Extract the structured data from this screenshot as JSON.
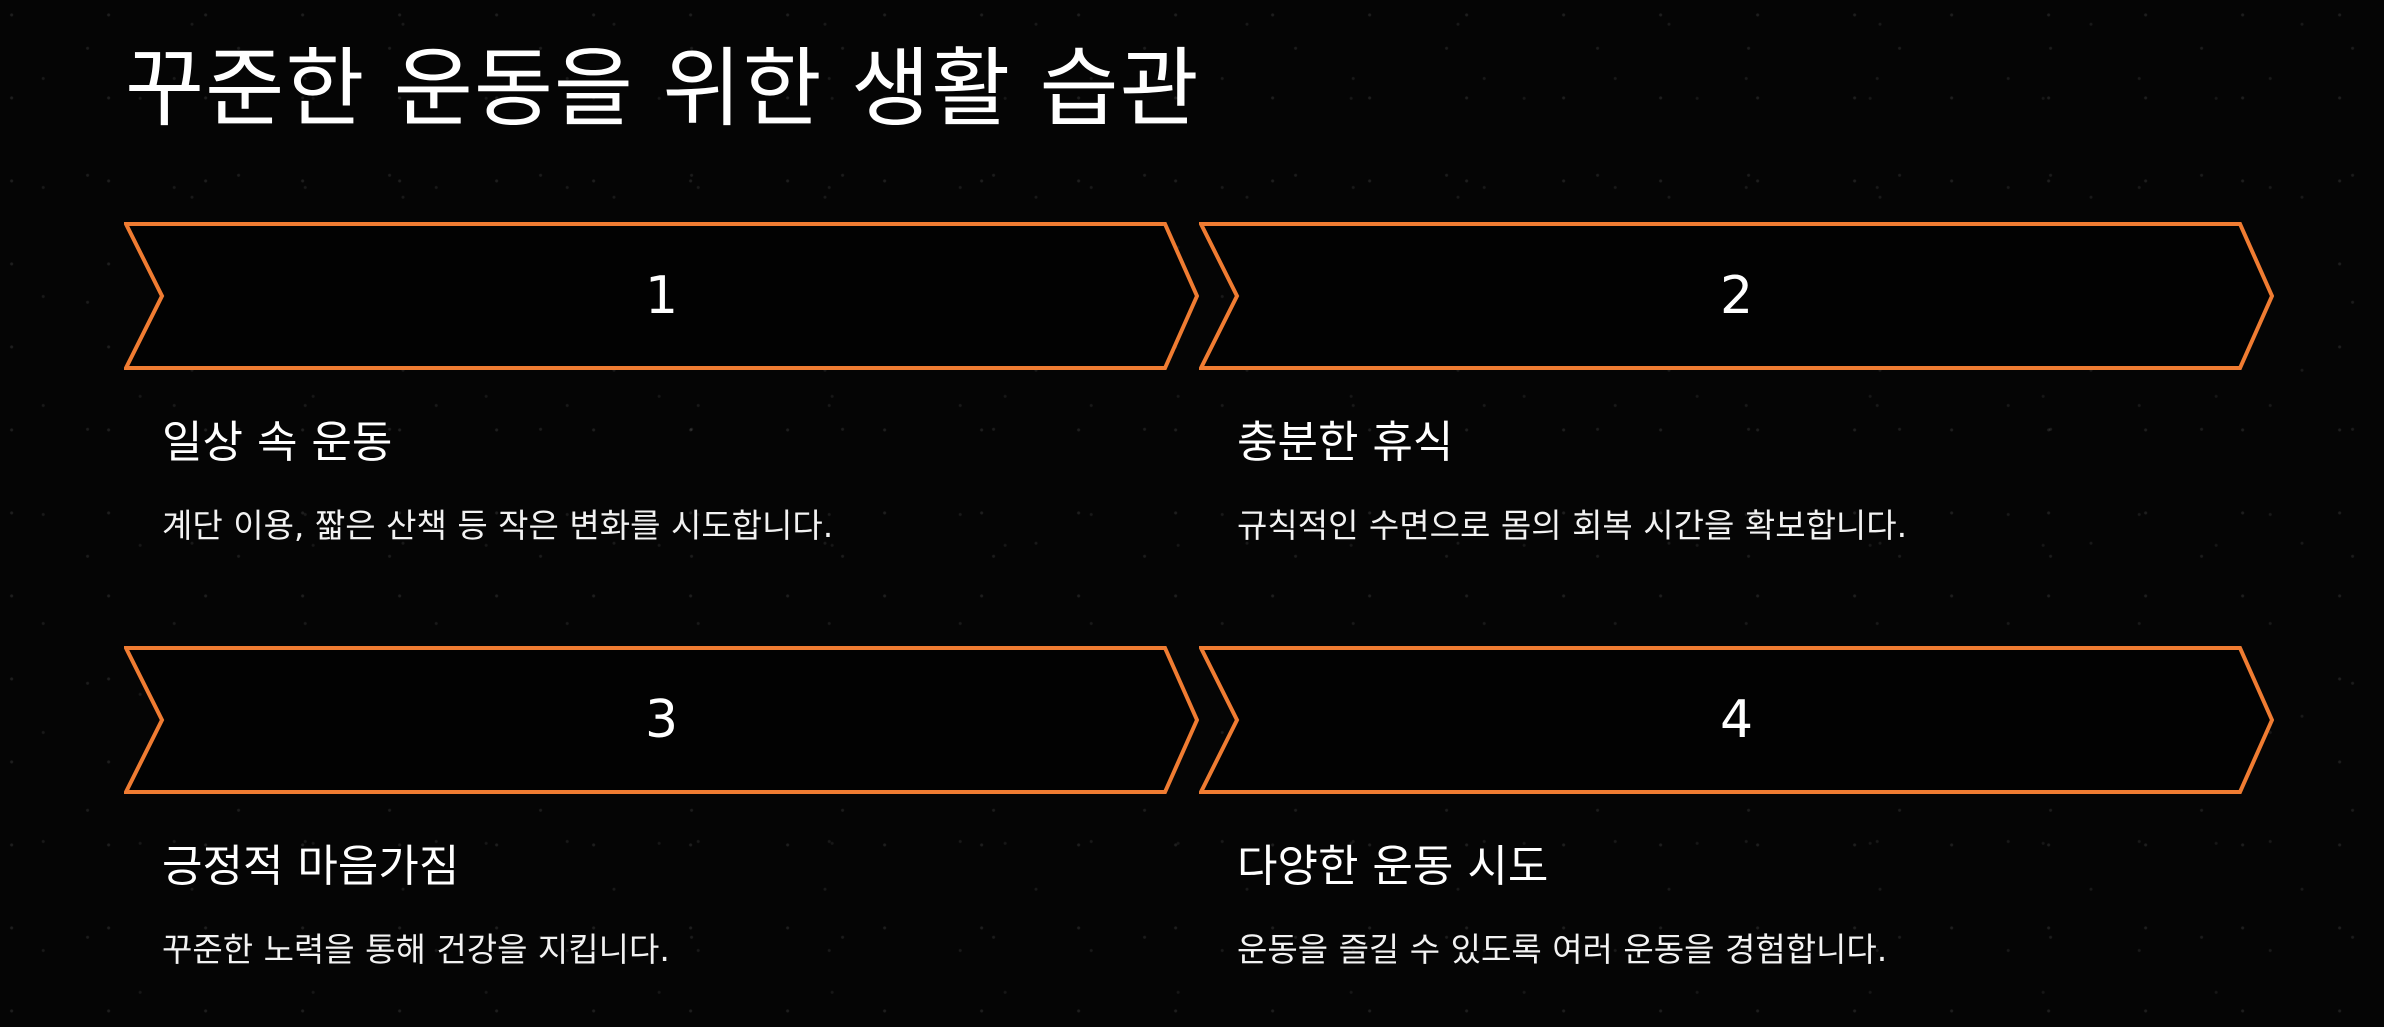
{
  "title": "꾸준한 운동을 위한 생활 습관",
  "colors": {
    "background": "#050505",
    "accent": "#f07c32",
    "text": "#ffffff"
  },
  "steps": [
    {
      "number": "1",
      "heading": "일상 속 운동",
      "description": "계단 이용, 짧은 산책 등 작은 변화를 시도합니다."
    },
    {
      "number": "2",
      "heading": "충분한 휴식",
      "description": "규칙적인 수면으로 몸의 회복 시간을 확보합니다."
    },
    {
      "number": "3",
      "heading": "긍정적 마음가짐",
      "description": "꾸준한 노력을 통해 건강을 지킵니다."
    },
    {
      "number": "4",
      "heading": "다양한 운동 시도",
      "description": "운동을 즐길 수 있도록 여러 운동을 경험합니다."
    }
  ]
}
